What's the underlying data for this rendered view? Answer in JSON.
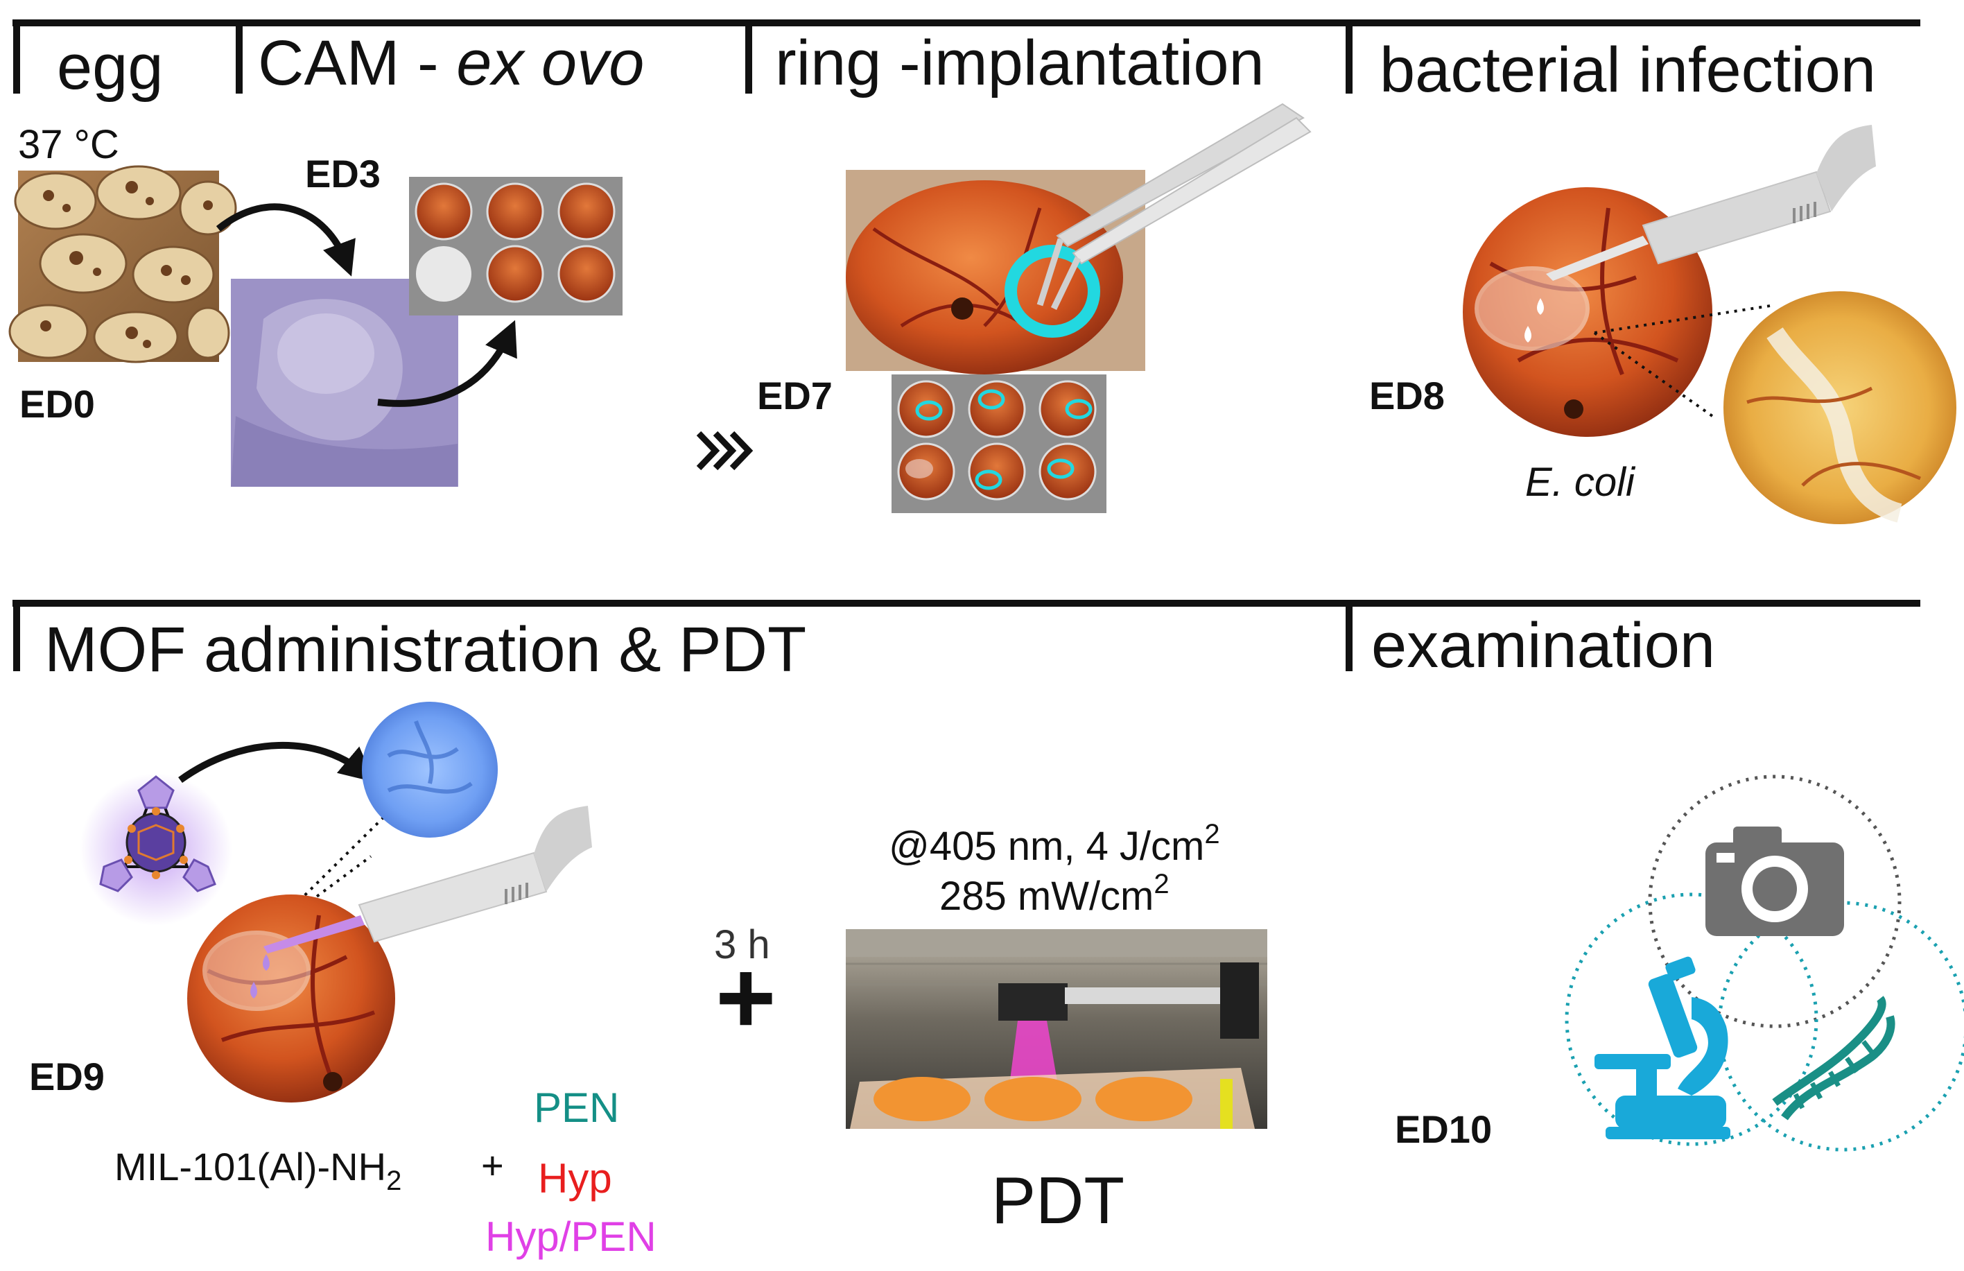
{
  "stages": {
    "egg": "egg",
    "cam_prefix": "CAM - ",
    "cam_italic": "ex ovo",
    "ring": "ring -implantation",
    "infection": "bacterial infection",
    "mof": "MOF administration & PDT",
    "examination": "examination"
  },
  "labels": {
    "temperature": "37 °C",
    "ed0": "ED0",
    "ed3": "ED3",
    "ed7": "ED7",
    "ed8": "ED8",
    "ed9": "ED9",
    "ed10": "ED10",
    "ecoli": "E. coli",
    "wait": "3 h",
    "plus": "+",
    "pdt": "PDT"
  },
  "pdt_params": {
    "line1_main": "@405 nm, 4 J/cm",
    "line1_sup": "2",
    "line2_main": "285 mW/cm",
    "line2_sup": "2"
  },
  "mof": {
    "name_main": "MIL-101(Al)-NH",
    "name_sub": "2",
    "plus": "+",
    "agents": [
      "PEN",
      "Hyp",
      "Hyp/PEN"
    ]
  },
  "colors": {
    "pen": "#148f86",
    "hyp": "#e81e1e",
    "hyp_pen": "#e040e6",
    "ring": "#22d8e0",
    "microscope": "#19a9d9",
    "dna": "#1a8f86",
    "camera": "#707070",
    "cam_tone": "#9c92c6",
    "gray_plate": "#8f8f8f"
  },
  "icons": [
    "egg-photo",
    "cam-photo",
    "well-plate",
    "forceps-icon",
    "pipette-icon",
    "camera-icon",
    "microscope-icon",
    "dna-icon",
    "mof-molecule-icon",
    "chevrons-icon"
  ]
}
